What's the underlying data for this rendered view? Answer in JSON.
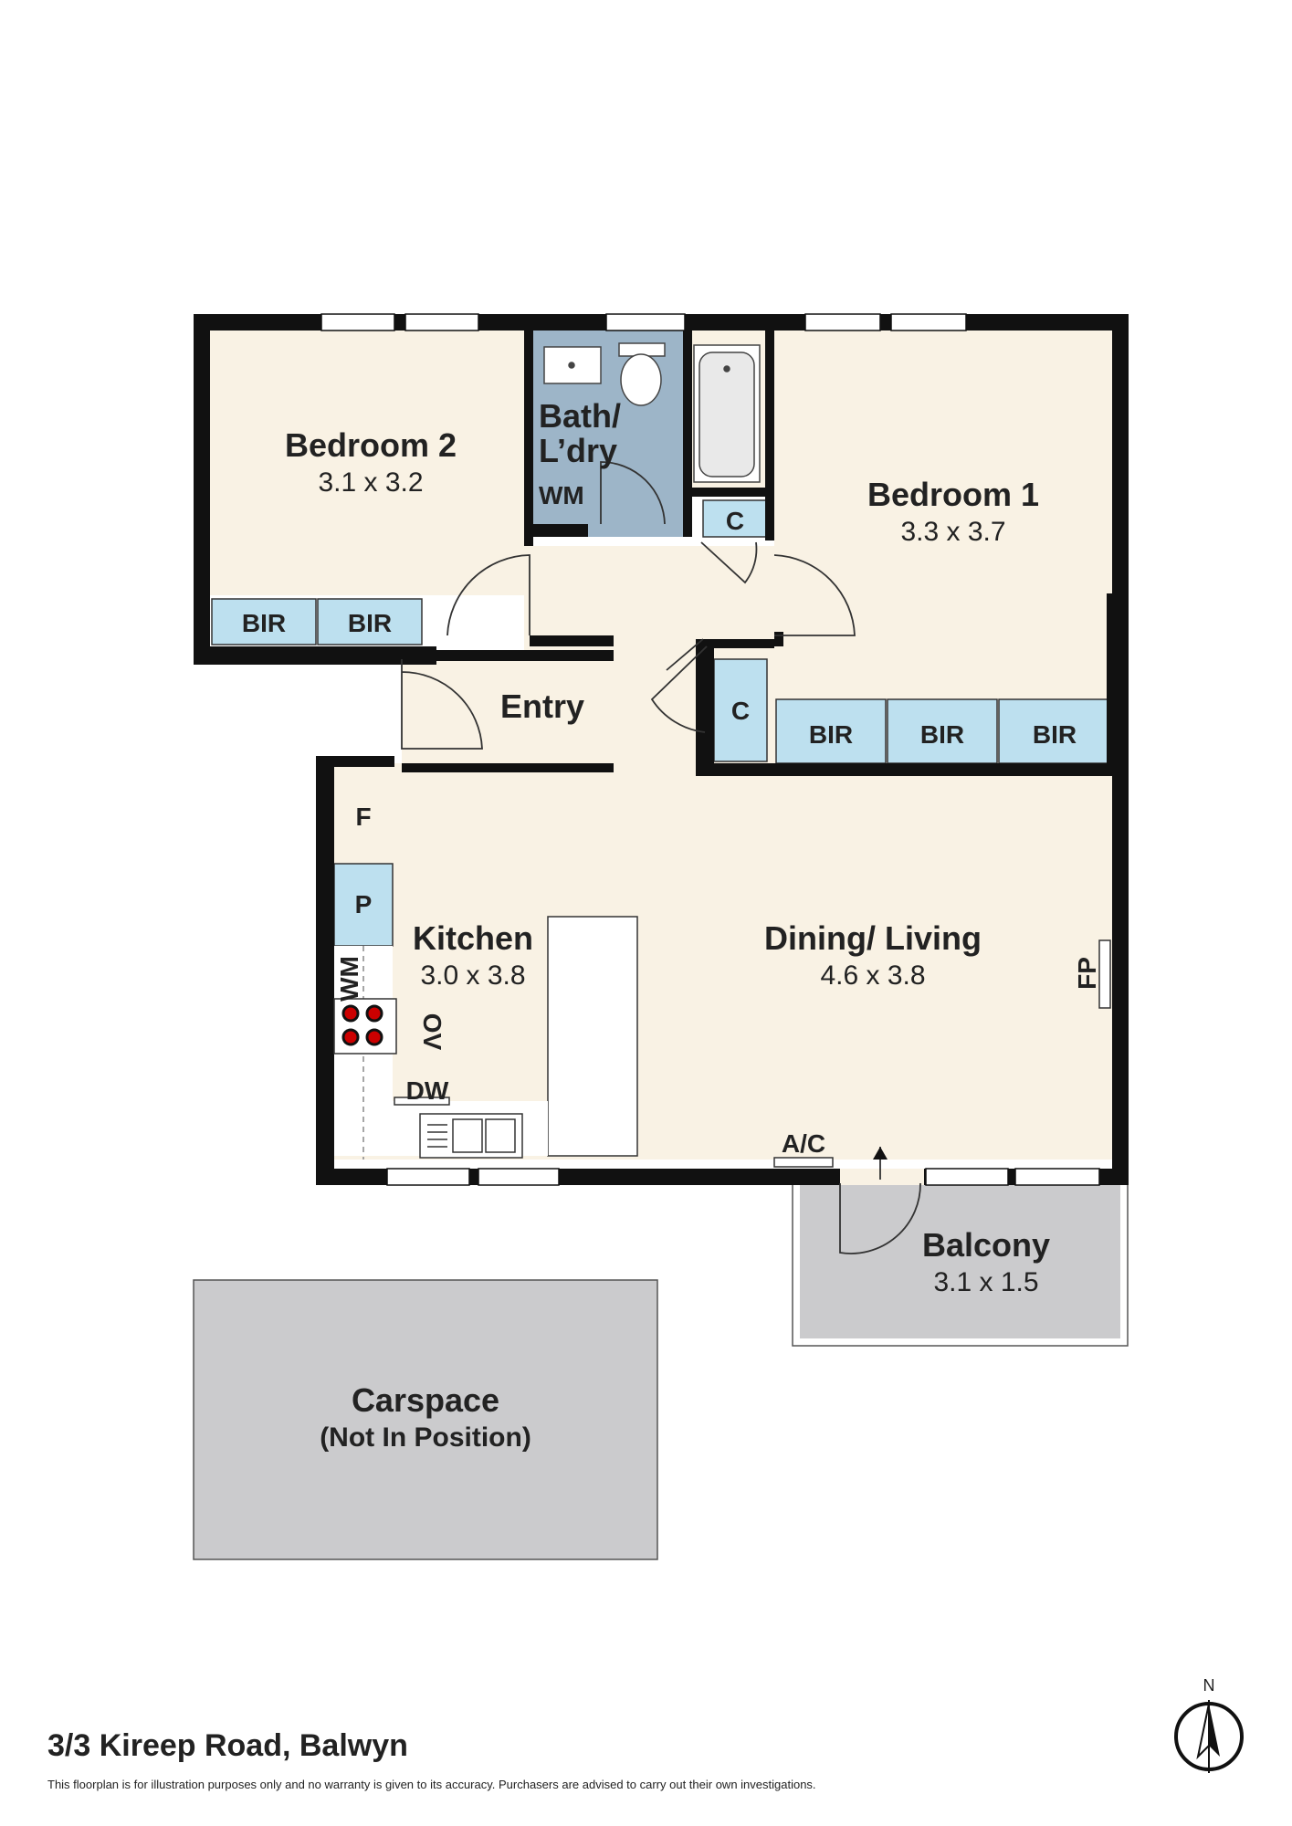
{
  "plan": {
    "address": "3/3 Kireep Road, Balwyn",
    "disclaimer": "This floorplan is for illustration purposes only and no warranty is given to its accuracy. Purchasers are advised to carry out their own investigations.",
    "compass_label": "N"
  },
  "rooms": {
    "bedroom2": {
      "name": "Bedroom 2",
      "dims": "3.1 x 3.2"
    },
    "bedroom1": {
      "name": "Bedroom 1",
      "dims": "3.3 x 3.7"
    },
    "bath_line1": "Bath/",
    "bath_line2": "L’dry",
    "entry": "Entry",
    "kitchen": {
      "name": "Kitchen",
      "dims": "3.0 x 3.8"
    },
    "dining": {
      "name": "Dining/ Living",
      "dims": "4.6 x 3.8"
    },
    "balcony": {
      "name": "Balcony",
      "dims": "3.1 x 1.5"
    },
    "carspace": {
      "name": "Carspace",
      "note": "(Not In Position)"
    }
  },
  "fixtures": {
    "bir": "BIR",
    "closet": "C",
    "washing_machine": "WM",
    "fridge": "F",
    "pantry": "P",
    "oven": "OV",
    "dishwasher": "DW",
    "air_con": "A/C",
    "fireplace": "FP"
  },
  "colors": {
    "wall": "#111111",
    "room_fill": "#f9f2e4",
    "wet_area": "#9db5c8",
    "storage": "#bde0ef",
    "outdoor": "#cbcbcd"
  }
}
